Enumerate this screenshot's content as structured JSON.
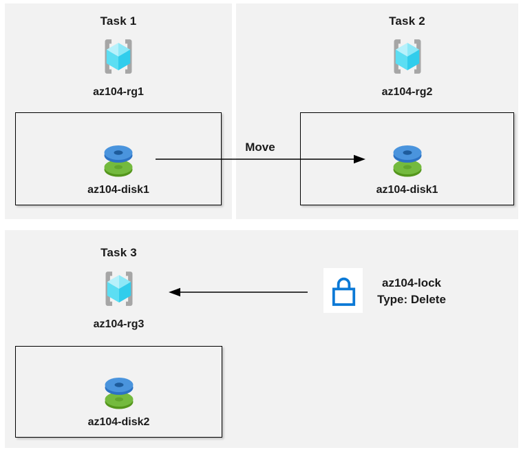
{
  "tasks": [
    {
      "title": "Task 1",
      "resource_group": "az104-rg1",
      "disk": "az104-disk1"
    },
    {
      "title": "Task 2",
      "resource_group": "az104-rg2",
      "disk": "az104-disk1"
    },
    {
      "title": "Task 3",
      "resource_group": "az104-rg3",
      "disk": "az104-disk2"
    }
  ],
  "move_arrow": {
    "label": "Move"
  },
  "lock": {
    "name": "az104-lock",
    "type": "Type: Delete"
  },
  "icons": {
    "resource_group": "azure-resource-group-icon",
    "disk": "azure-managed-disk-icon",
    "lock": "lock-icon"
  },
  "colors": {
    "panel_bg": "#f2f2f2",
    "text": "#1a1a1a",
    "line": "#000000",
    "bracket_gray": "#a6a6a6",
    "cube_top_light": "#b7f1fb",
    "cube_top_mid": "#8de8f7",
    "cube_left": "#5cdef3",
    "cube_right": "#31cdec",
    "disk_blue_top": "#4a94dd",
    "disk_blue_rim": "#2c72c4",
    "disk_blue_hole": "#1e5c9c",
    "disk_green_top": "#74ba3e",
    "disk_green_rim": "#54961c",
    "disk_green_hole": "#61a52d",
    "lock_blue": "#0b79d6"
  }
}
